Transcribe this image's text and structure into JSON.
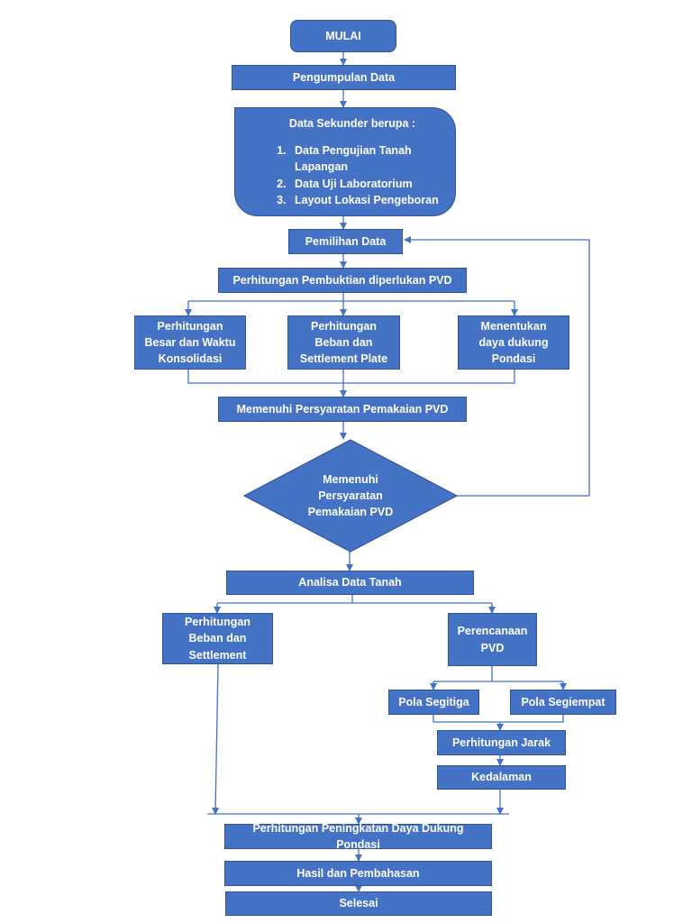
{
  "nodes": {
    "mulai": "MULAI",
    "pengumpulan": "Pengumpulan Data",
    "sekunder": {
      "title": "Data Sekunder berupa :",
      "items": [
        "Data Pengujian Tanah Lapangan",
        "Data Uji Laboratorium",
        "Layout Lokasi Pengeboran"
      ]
    },
    "pemilihan": "Pemilihan Data",
    "pembuktian": "Perhitungan Pembuktian diperlukan PVD",
    "konsolidasi": [
      "Perhitungan",
      "Besar dan Waktu",
      "Konsolidasi"
    ],
    "plate": [
      "Perhitungan",
      "Beban dan",
      "Settlement Plate"
    ],
    "daya": [
      "Menentukan",
      "daya dukung",
      "Pondasi"
    ],
    "memenuhi_box": "Memenuhi Persyaratan Pemakaian PVD",
    "memenuhi_diamond": [
      "Memenuhi",
      "Persyaratan",
      "Pemakaian PVD"
    ],
    "analisa": "Analisa Data Tanah",
    "beban_settlement": [
      "Perhitungan",
      "Beban dan",
      "Settlement"
    ],
    "perencanaan": [
      "Perencanaan",
      "PVD"
    ],
    "segitiga": "Pola Segitiga",
    "segiempat": "Pola Segiempat",
    "jarak": "Perhitungan Jarak",
    "kedalaman": "Kedalaman",
    "peningkatan": "Perhitungan Peningkatan Daya Dukung Pondasi",
    "hasil": "Hasil dan Pembahasan",
    "selesai": "Selesai"
  },
  "colors": {
    "fill": "#4472c4",
    "border": "#2f5597",
    "line": "#4472c4",
    "text": "#ffffff"
  }
}
